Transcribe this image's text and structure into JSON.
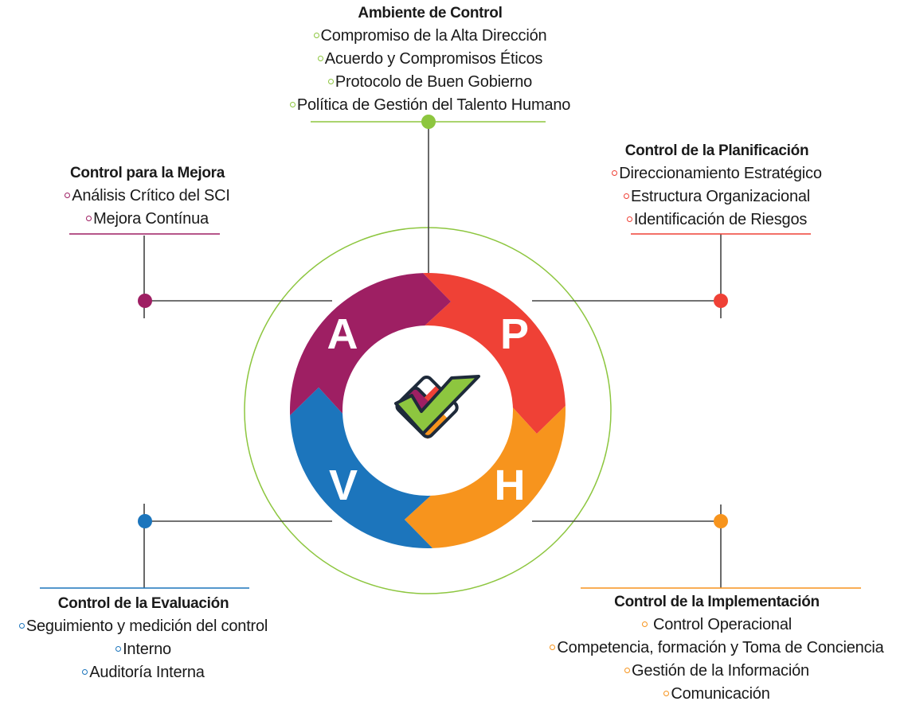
{
  "diagram": {
    "center_letters": [
      "A",
      "P",
      "H",
      "V"
    ],
    "center_icon": "checkmark-icon",
    "colors": {
      "green": "#8dc63f",
      "red": "#ef4136",
      "orange": "#f7941d",
      "blue": "#1c75bc",
      "purple": "#9e1f63",
      "connector": "#444444"
    }
  },
  "blocks": {
    "top": {
      "title": "Ambiente de Control",
      "color": "#8dc63f",
      "items": [
        "Compromiso de la Alta Dirección",
        "Acuerdo y Compromisos Éticos",
        "Protocolo de Buen Gobierno",
        "Política de Gestión del Talento Humano"
      ]
    },
    "top_right": {
      "title": "Control de la Planificación",
      "color": "#ef4136",
      "items": [
        "Direccionamiento Estratégico",
        "Estructura Organizacional",
        "Identificación de Riesgos"
      ]
    },
    "top_left": {
      "title": "Control para la Mejora",
      "color": "#9e1f63",
      "items": [
        "Análisis Crítico del SCI",
        "Mejora Contínua"
      ]
    },
    "bottom_left": {
      "title": "Control de la Evaluación",
      "color": "#1c75bc",
      "items": [
        "Seguimiento y medición del control",
        "Interno",
        "Auditoría Interna"
      ]
    },
    "bottom_right": {
      "title": "Control de la Implementación",
      "color": "#f7941d",
      "items": [
        "Control Operacional",
        "Competencia, formación y Toma de Conciencia",
        "Gestión de la Información",
        "Comunicación"
      ]
    }
  }
}
